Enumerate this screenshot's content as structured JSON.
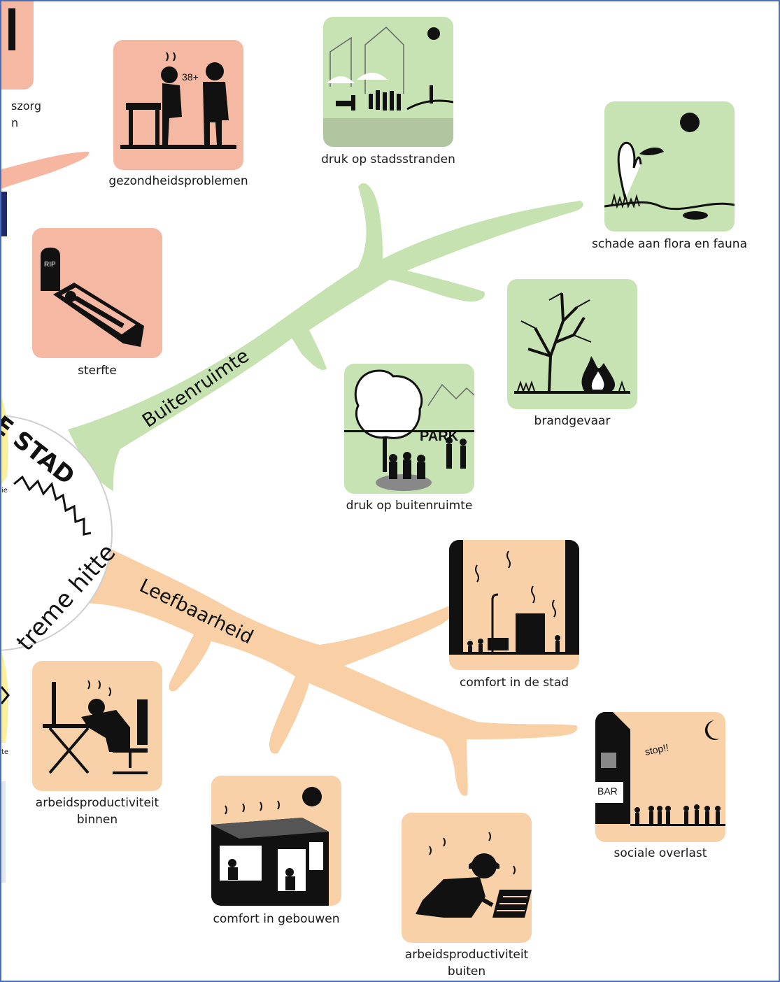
{
  "hub": {
    "title_fragment": "E STAD",
    "subtitle_fragment": "treme hitte"
  },
  "branches": {
    "buitenruimte": "Buitenruimte",
    "leefbaarheid": "Leefbaarheid"
  },
  "edge_fragments": {
    "zorg": "szorg",
    "n": "n",
    "ie": "ie",
    "te": "te"
  },
  "tiles": {
    "gezondheid": {
      "caption": "gezondheidsproblemen",
      "badge": "38+"
    },
    "sterfte": {
      "caption": "sterfte",
      "badge": "RIP"
    },
    "stranden": {
      "caption": "druk op stadsstranden"
    },
    "flora": {
      "caption": "schade aan flora en fauna"
    },
    "brand": {
      "caption": "brandgevaar"
    },
    "buitenruimte": {
      "caption": "druk op buitenruimte",
      "badge": "PARK"
    },
    "comfort_stad": {
      "caption": "comfort in de stad"
    },
    "overlast": {
      "caption": "sociale overlast",
      "badge": "BAR",
      "shout": "stop!!"
    },
    "arbeid_binnen": {
      "caption_line1": "arbeidsproductiviteit",
      "caption_line2": "binnen"
    },
    "comfort_gebouwen": {
      "caption": "comfort in gebouwen"
    },
    "arbeid_buiten": {
      "caption_line1": "arbeidsproductiviteit",
      "caption_line2": "buiten"
    }
  },
  "colors": {
    "green_tile": "#c8e3b3",
    "green_branch": "#c5e2b0",
    "orange_tile": "#f9d1a8",
    "orange_branch": "#f9d0a6",
    "red_tile": "#f5b8a3",
    "frame": "#4a6fb8"
  }
}
